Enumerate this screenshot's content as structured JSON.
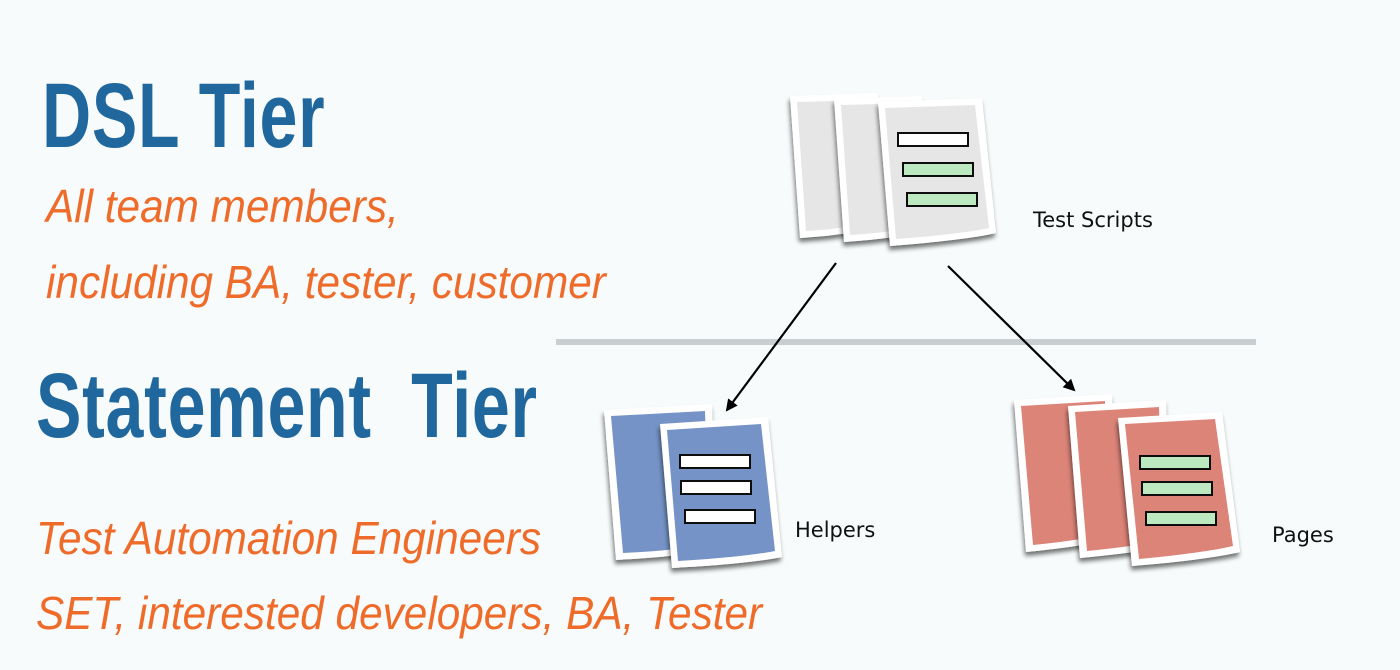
{
  "dsl_tier": {
    "title": "DSL Tier",
    "audience_line1": "All team members,",
    "audience_line2": "including BA, tester, customer"
  },
  "statement_tier": {
    "title": "Statement  Tier",
    "audience_line1": "Test Automation Engineers",
    "audience_line2": "SET, interested developers, BA, Tester"
  },
  "diagram": {
    "nodes": {
      "test_scripts": {
        "label": "Test Scripts",
        "color": "#e6e6e6",
        "line_color": "#bde9c1",
        "pages": 3
      },
      "helpers": {
        "label": "Helpers",
        "color": "#7593c6",
        "line_color": "#ffffff",
        "pages": 2
      },
      "pages": {
        "label": "Pages",
        "color": "#dc8478",
        "line_color": "#bde9c1",
        "pages": 3
      }
    },
    "edges": [
      {
        "from": "Test Scripts",
        "to": "Helpers"
      },
      {
        "from": "Test Scripts",
        "to": "Pages"
      }
    ]
  },
  "colors": {
    "title_blue": "#1f679d",
    "audience_orange": "#ee6b2a",
    "background": "#f7fbfb",
    "divider": "#c9cfd0"
  }
}
